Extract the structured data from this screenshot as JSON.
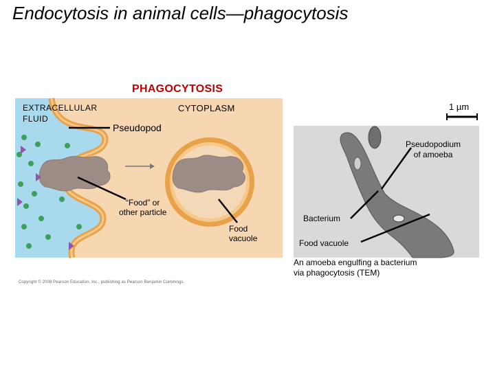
{
  "slide": {
    "title": "Endocytosis in animal cells—phagocytosis"
  },
  "diagram": {
    "heading": "PHAGOCYTOSIS",
    "extracellular_line1": "EXTRACELLULAR",
    "extracellular_line2": "FLUID",
    "cytoplasm": "CYTOPLASM",
    "pseudopod": "Pseudopod",
    "food_particle_line1": "“Food” or",
    "food_particle_line2": "other particle",
    "food_vacuole_line1": "Food",
    "food_vacuole_line2": "vacuole",
    "copyright": "Copyright © 2008 Pearson Education, Inc., publishing as Pearson Benjamin Cummings."
  },
  "micrograph": {
    "scale_bar": "1 µm",
    "pseudopodium_line1": "Pseudopodium",
    "pseudopodium_line2": "of amoeba",
    "bacterium": "Bacterium",
    "food_vacuole": "Food vacuole",
    "caption_line1": "An amoeba engulfing a bacterium",
    "caption_line2": "via phagocytosis (TEM)"
  },
  "colors": {
    "heading": "#c00000",
    "extracellular_fluid": "#a9d9ec",
    "cytoplasm": "#f7d7b2",
    "membrane": "#e8a24a",
    "particle": "#9e8c86",
    "molecule_green": "#3aa05a",
    "molecule_purple": "#8a5aa8"
  }
}
